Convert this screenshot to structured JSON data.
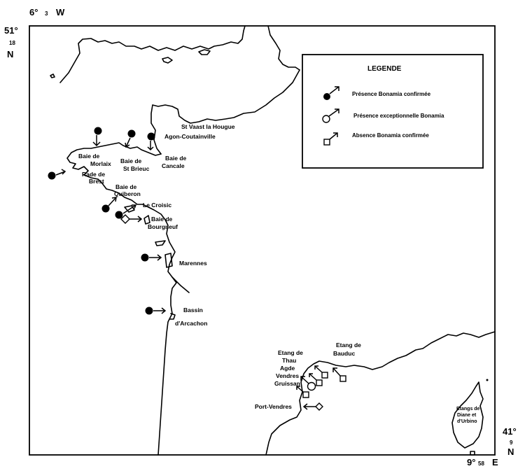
{
  "coordinates": {
    "top_left_deg": "6°",
    "top_left_min": "3",
    "top_left_dir": "W",
    "top_lat_deg": "51°",
    "top_lat_min": "18",
    "top_lat_dir": "N",
    "bottom_right_lat_deg": "41°",
    "bottom_right_lat_min": "9",
    "bottom_right_lat_dir": "N",
    "bottom_lon_deg": "9°",
    "bottom_lon_min": "58",
    "bottom_lon_dir": "E"
  },
  "legend": {
    "title": "LEGENDE",
    "items": [
      {
        "symbol": "filled-circle",
        "label": "Présence Bonamia confirmée"
      },
      {
        "symbol": "open-circle",
        "label": "Présence exceptionnelle Bonamia"
      },
      {
        "symbol": "open-square",
        "label": "Absence Bonamia confirmée"
      }
    ]
  },
  "places": {
    "st_vaast": "St Vaast la Hougue",
    "agon": "Agon-Coutainville",
    "baie_de": "Baie de",
    "morlaix": "Morlaix",
    "baie_de_2": "Baie de",
    "st_brieuc": "St Brieuc",
    "baie_de_3": "Baie de",
    "cancale": "Cancale",
    "rade_de": "Rade de",
    "brest": "Brest",
    "baie_de_4": "Baie de",
    "quiberon": "Quiberon",
    "le_croisic": "Le Croisic",
    "baie_de_5": "Baie de",
    "bourgneuf": "Bourgneuf",
    "marennes": "Marennes",
    "bassin": "Bassin",
    "arcachon": "d'Arcachon",
    "etang_de_thau_1": "Etang de",
    "etang_de_thau_2": "Thau",
    "agde": "Agde",
    "vendres": "Vendres",
    "gruissan": "Gruissan",
    "port_vendres": "Port-Vendres",
    "etang_bauduc_1": "Etang de",
    "etang_bauduc_2": "Bauduc",
    "corse_1": "Etangs de",
    "corse_2": "Diane et",
    "corse_3": "d'Urbino"
  }
}
